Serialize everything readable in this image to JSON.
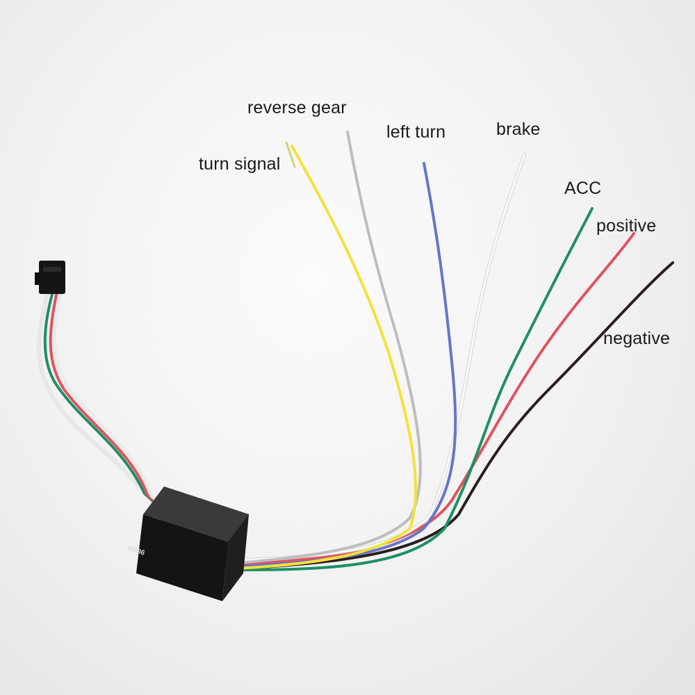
{
  "labels": {
    "reverse_gear": "reverse gear",
    "turn_signal": "turn signal",
    "left_turn": "left turn",
    "brake": "brake",
    "acc": "ACC",
    "positive": "positive",
    "negative": "negative"
  },
  "module": {
    "model_text": "HN86"
  },
  "wire_colors": {
    "turn_signal": "#f2e23a",
    "reverse_gear": "#bdbdbd",
    "left_turn": "#6675c9",
    "brake": "#fafafa",
    "acc": "#1e8f63",
    "positive": "#e0525e",
    "negative": "#2a1d1d"
  }
}
